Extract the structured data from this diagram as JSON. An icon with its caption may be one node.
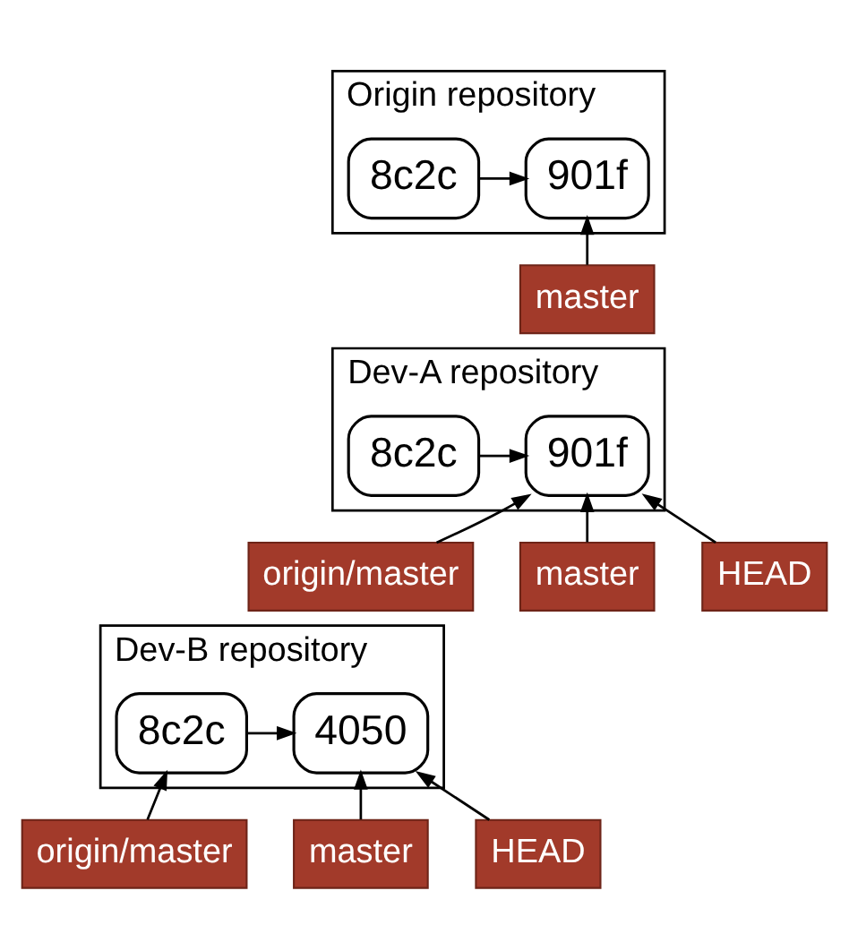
{
  "diagram": {
    "nodes": [
      {
        "text": [
          "Origin repository"
        ]
      },
      {
        "text": [
          "8c2c"
        ],
        "in": 0
      },
      {
        "text": [
          "901f"
        ],
        "in": 0
      },
      {
        "text": [
          "master"
        ]
      },
      {
        "text": [
          "Dev-A repository"
        ]
      },
      {
        "text": [
          "8c2c"
        ],
        "in": 4
      },
      {
        "text": [
          "901f"
        ],
        "in": 4
      },
      {
        "text": [
          "origin/master"
        ]
      },
      {
        "text": [
          "master"
        ]
      },
      {
        "text": [
          "HEAD"
        ]
      },
      {
        "text": [
          "Dev-B repository"
        ]
      },
      {
        "text": [
          "8c2c"
        ],
        "in": 10
      },
      {
        "text": [
          "4050"
        ],
        "in": 10
      },
      {
        "text": [
          "origin/master"
        ]
      },
      {
        "text": [
          "master"
        ]
      },
      {
        "text": [
          "HEAD"
        ]
      }
    ],
    "edges": [
      {
        "from": 1,
        "to": 2,
        "arrow": "to"
      },
      {
        "from": 3,
        "to": 2,
        "arrow": "to"
      },
      {
        "from": 5,
        "to": 6,
        "arrow": "to"
      },
      {
        "from": 7,
        "to": 6,
        "arrow": "to"
      },
      {
        "from": 8,
        "to": 6,
        "arrow": "to"
      },
      {
        "from": 9,
        "to": 6,
        "arrow": "to"
      },
      {
        "from": 11,
        "to": 12,
        "arrow": "to"
      },
      {
        "from": 13,
        "to": 11,
        "arrow": "to"
      },
      {
        "from": 14,
        "to": 12,
        "arrow": "to"
      },
      {
        "from": 15,
        "to": 12,
        "arrow": "to"
      }
    ]
  }
}
